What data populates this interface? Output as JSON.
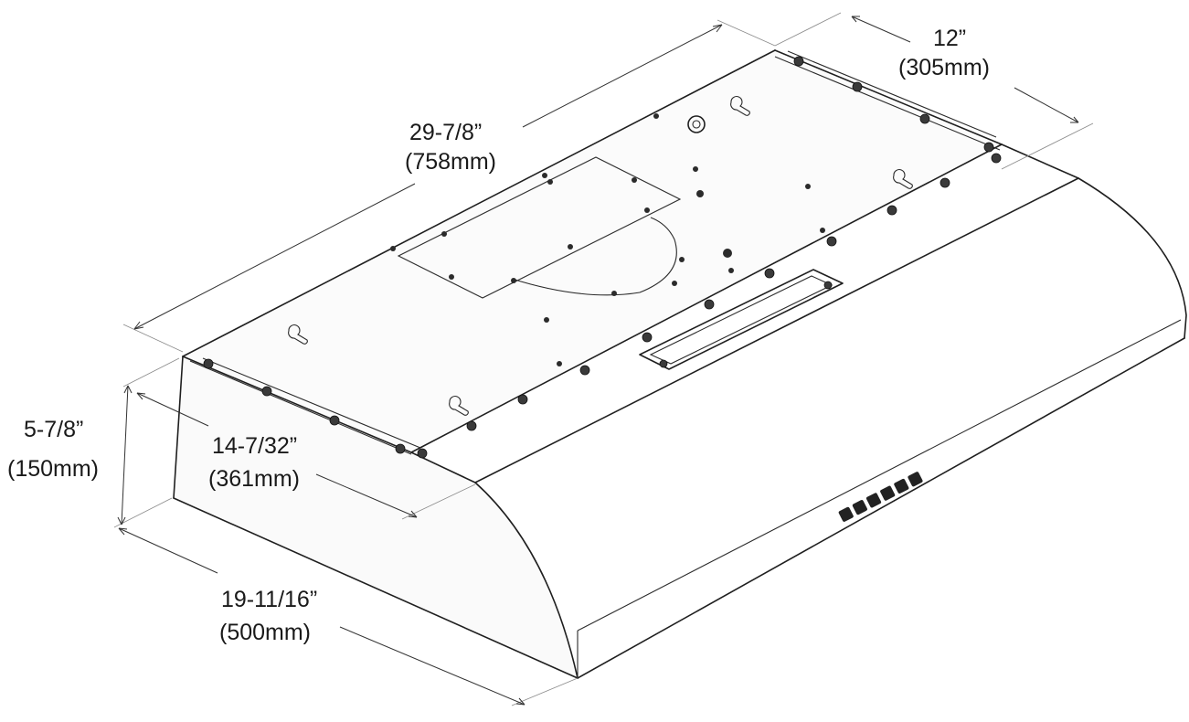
{
  "diagram": {
    "subject": "range-hood",
    "dimensions": [
      {
        "id": "width",
        "imperial": "29-7/8”",
        "metric": "(758mm)"
      },
      {
        "id": "top-depth",
        "imperial": "12”",
        "metric": "(305mm)"
      },
      {
        "id": "height",
        "imperial": "5-7/8”",
        "metric": "(150mm)"
      },
      {
        "id": "side-depth",
        "imperial": "14-7/32”",
        "metric": "(361mm)"
      },
      {
        "id": "total-depth",
        "imperial": "19-11/16”",
        "metric": "(500mm)"
      }
    ]
  }
}
